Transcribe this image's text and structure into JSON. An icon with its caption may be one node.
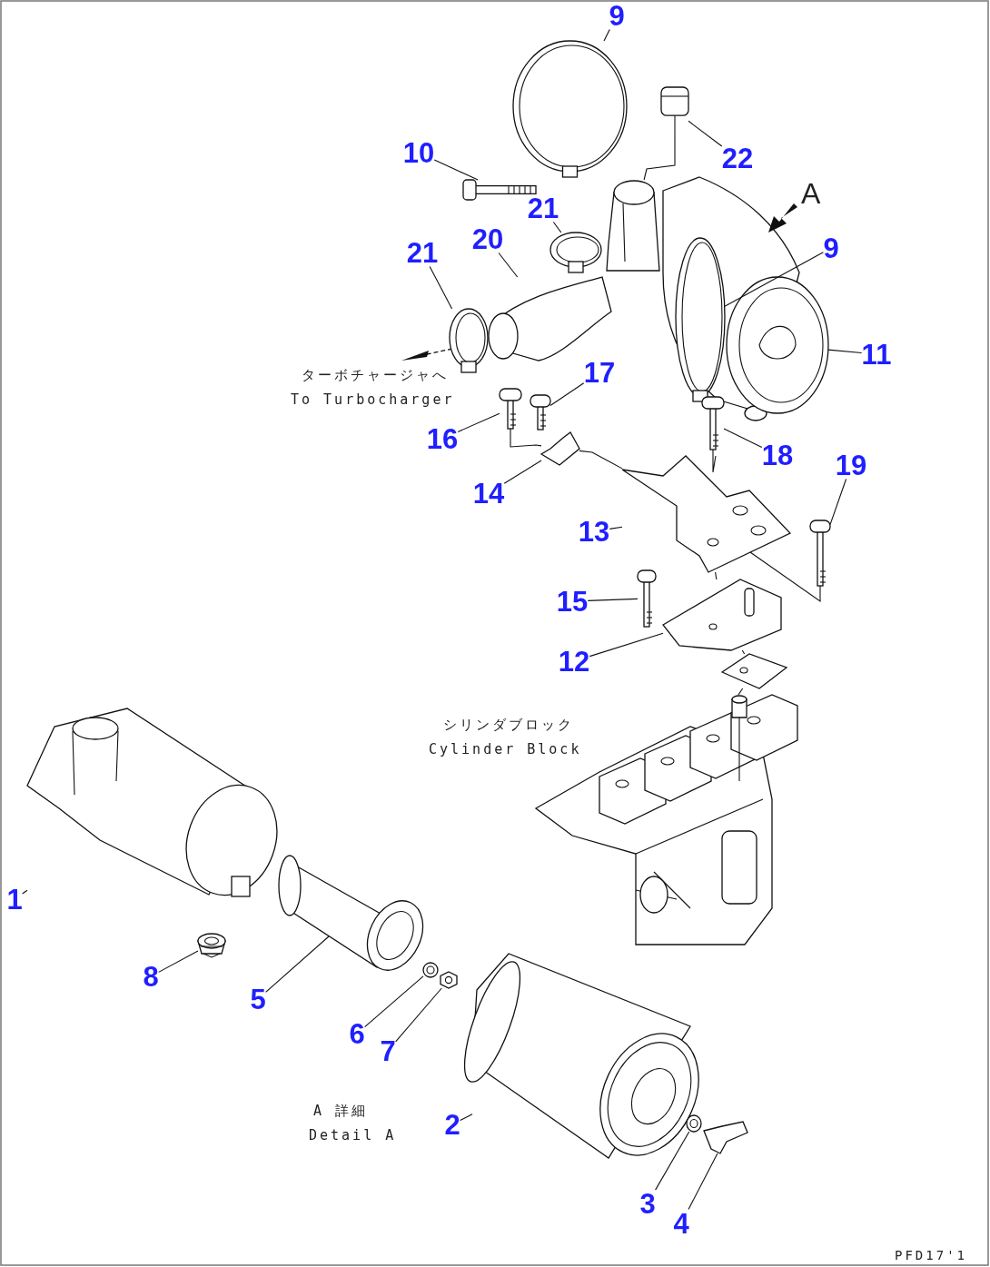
{
  "diagram": {
    "nodes": [
      {
        "text": [
          "9"
        ]
      },
      {
        "text": [],
        "shape": "picture"
      },
      {
        "text": [
          "10"
        ]
      },
      {
        "text": [],
        "shape": "picture"
      },
      {
        "text": [
          "22"
        ]
      },
      {
        "text": [],
        "shape": "picture"
      },
      {
        "text": [
          "21"
        ]
      },
      {
        "text": [],
        "shape": "picture"
      },
      {
        "text": [
          "20"
        ]
      },
      {
        "text": [],
        "shape": "picture"
      },
      {
        "text": [
          "21"
        ]
      },
      {
        "text": [],
        "shape": "picture"
      },
      {
        "text": [
          "9"
        ]
      },
      {
        "text": [],
        "shape": "picture"
      },
      {
        "text": [
          "11"
        ]
      },
      {
        "text": [],
        "shape": "picture"
      },
      {
        "text": [
          "17"
        ]
      },
      {
        "text": [],
        "shape": "picture"
      },
      {
        "text": [
          "16"
        ]
      },
      {
        "text": [],
        "shape": "picture"
      },
      {
        "text": [
          "18"
        ]
      },
      {
        "text": [],
        "shape": "picture"
      },
      {
        "text": [
          "14"
        ]
      },
      {
        "text": [],
        "shape": "picture"
      },
      {
        "text": [
          "13"
        ]
      },
      {
        "text": [],
        "shape": "picture"
      },
      {
        "text": [
          "19"
        ]
      },
      {
        "text": [],
        "shape": "picture"
      },
      {
        "text": [
          "15"
        ]
      },
      {
        "text": [],
        "shape": "picture"
      },
      {
        "text": [
          "12"
        ]
      },
      {
        "text": [],
        "shape": "picture"
      },
      {
        "text": [
          "1"
        ]
      },
      {
        "text": [],
        "shape": "picture"
      },
      {
        "text": [
          "8"
        ]
      },
      {
        "text": [],
        "shape": "picture"
      },
      {
        "text": [
          "5"
        ]
      },
      {
        "text": [],
        "shape": "picture"
      },
      {
        "text": [
          "6"
        ]
      },
      {
        "text": [],
        "shape": "picture"
      },
      {
        "text": [
          "7"
        ]
      },
      {
        "text": [],
        "shape": "picture"
      },
      {
        "text": [
          "2"
        ]
      },
      {
        "text": [],
        "shape": "picture"
      },
      {
        "text": [
          "3"
        ]
      },
      {
        "text": [],
        "shape": "picture"
      },
      {
        "text": [
          "4"
        ]
      },
      {
        "text": [],
        "shape": "picture"
      },
      {
        "text": [],
        "shape": "picture"
      },
      {
        "text": [],
        "shape": "picture"
      },
      {
        "text": [],
        "shape": "picture"
      }
    ],
    "edges": [
      {
        "from": 0,
        "to": 1,
        "arrow": "none"
      },
      {
        "from": 2,
        "to": 3,
        "arrow": "none"
      },
      {
        "from": 4,
        "to": 5,
        "arrow": "none"
      },
      {
        "from": 6,
        "to": 7,
        "arrow": "none"
      },
      {
        "from": 8,
        "to": 9,
        "arrow": "none"
      },
      {
        "from": 10,
        "to": 11,
        "arrow": "none"
      },
      {
        "from": 12,
        "to": 13,
        "arrow": "none"
      },
      {
        "from": 14,
        "to": 15,
        "arrow": "none"
      },
      {
        "from": 16,
        "to": 17,
        "arrow": "none"
      },
      {
        "from": 18,
        "to": 19,
        "arrow": "none"
      },
      {
        "from": 20,
        "to": 21,
        "arrow": "none"
      },
      {
        "from": 22,
        "to": 23,
        "arrow": "none"
      },
      {
        "from": 24,
        "to": 25,
        "arrow": "none"
      },
      {
        "from": 26,
        "to": 27,
        "arrow": "none"
      },
      {
        "from": 28,
        "to": 29,
        "arrow": "none"
      },
      {
        "from": 30,
        "to": 31,
        "arrow": "none"
      },
      {
        "from": 32,
        "to": 33,
        "arrow": "none"
      },
      {
        "from": 34,
        "to": 35,
        "arrow": "none"
      },
      {
        "from": 36,
        "to": 37,
        "arrow": "none"
      },
      {
        "from": 38,
        "to": 39,
        "arrow": "none"
      },
      {
        "from": 40,
        "to": 41,
        "arrow": "none"
      },
      {
        "from": 42,
        "to": 43,
        "arrow": "none"
      },
      {
        "from": 44,
        "to": 45,
        "arrow": "none"
      },
      {
        "from": 46,
        "to": 47,
        "arrow": "none"
      },
      {
        "from": 5,
        "to": 48,
        "arrow": "none"
      },
      {
        "from": 19,
        "to": 23,
        "arrow": "none"
      },
      {
        "from": 23,
        "to": 25,
        "arrow": "none"
      },
      {
        "from": 21,
        "to": 25,
        "arrow": "none"
      },
      {
        "from": 25,
        "to": 31,
        "arrow": "none"
      },
      {
        "from": 27,
        "to": 25,
        "arrow": "none"
      },
      {
        "from": 31,
        "to": 49,
        "arrow": "none"
      },
      {
        "from": 49,
        "to": 50,
        "arrow": "none"
      }
    ],
    "labels": [
      "A",
      "ターボチャージャへ",
      "To Turbocharger",
      "シリンダブロック",
      "Cylinder Block",
      "A 詳細",
      "Detail A",
      "PFD17'1"
    ]
  }
}
